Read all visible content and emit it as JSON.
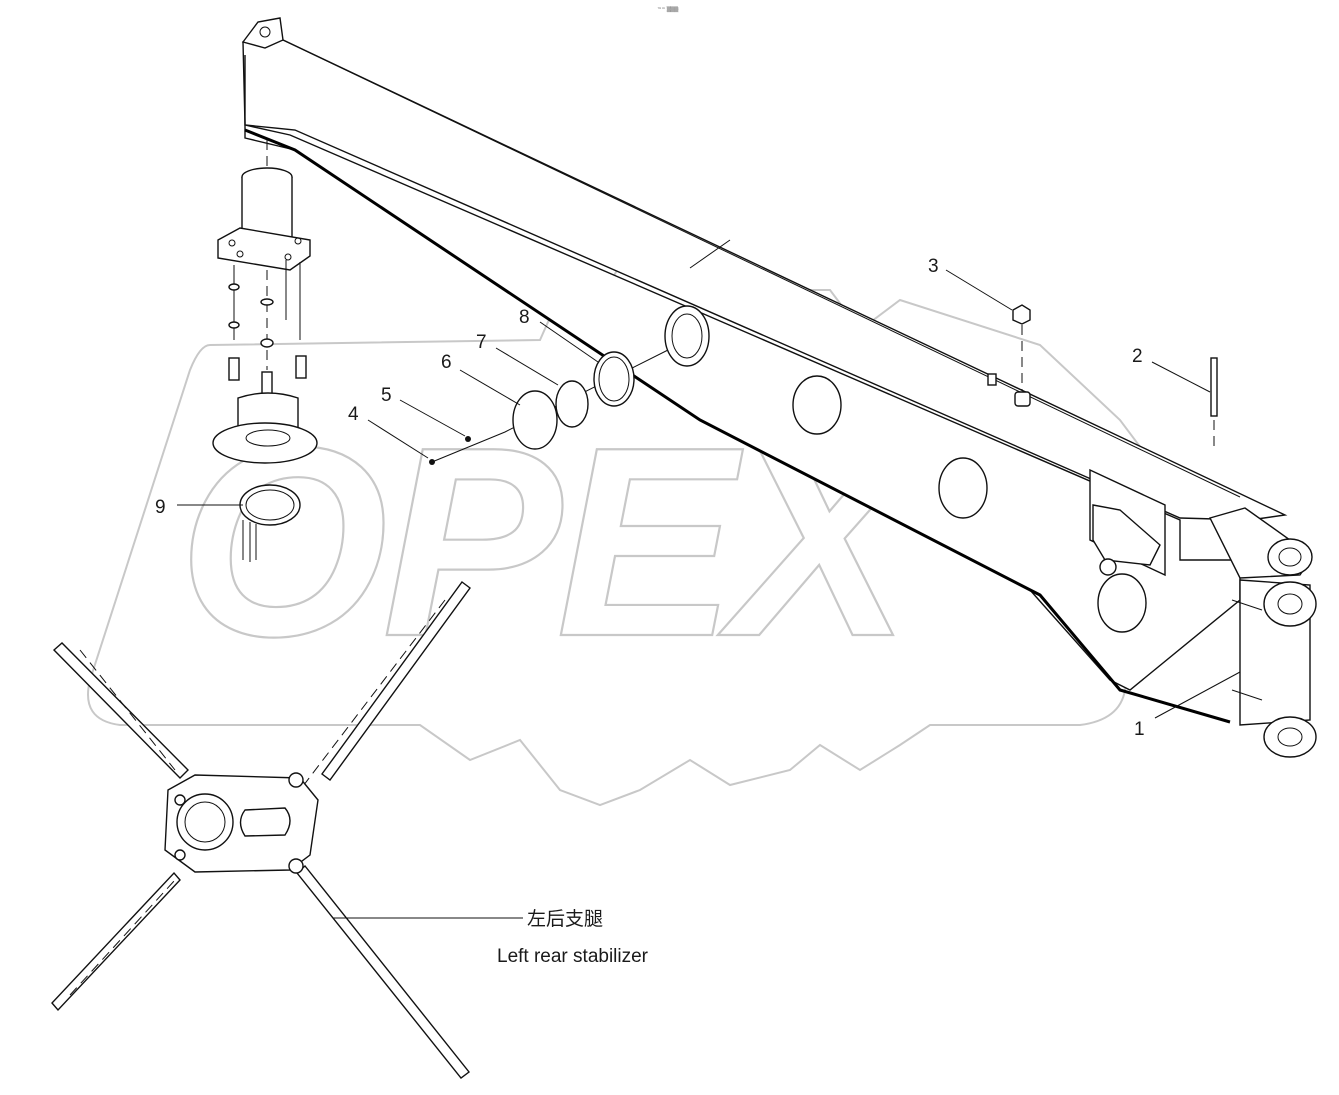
{
  "header_mark": "™ᵐ ▒▒▒",
  "watermark": "OPEX",
  "callouts": [
    "1",
    "2",
    "3",
    "4",
    "5",
    "6",
    "7",
    "8",
    "9"
  ],
  "caption": {
    "chinese": "左后支腿",
    "english": "Left rear stabilizer"
  }
}
